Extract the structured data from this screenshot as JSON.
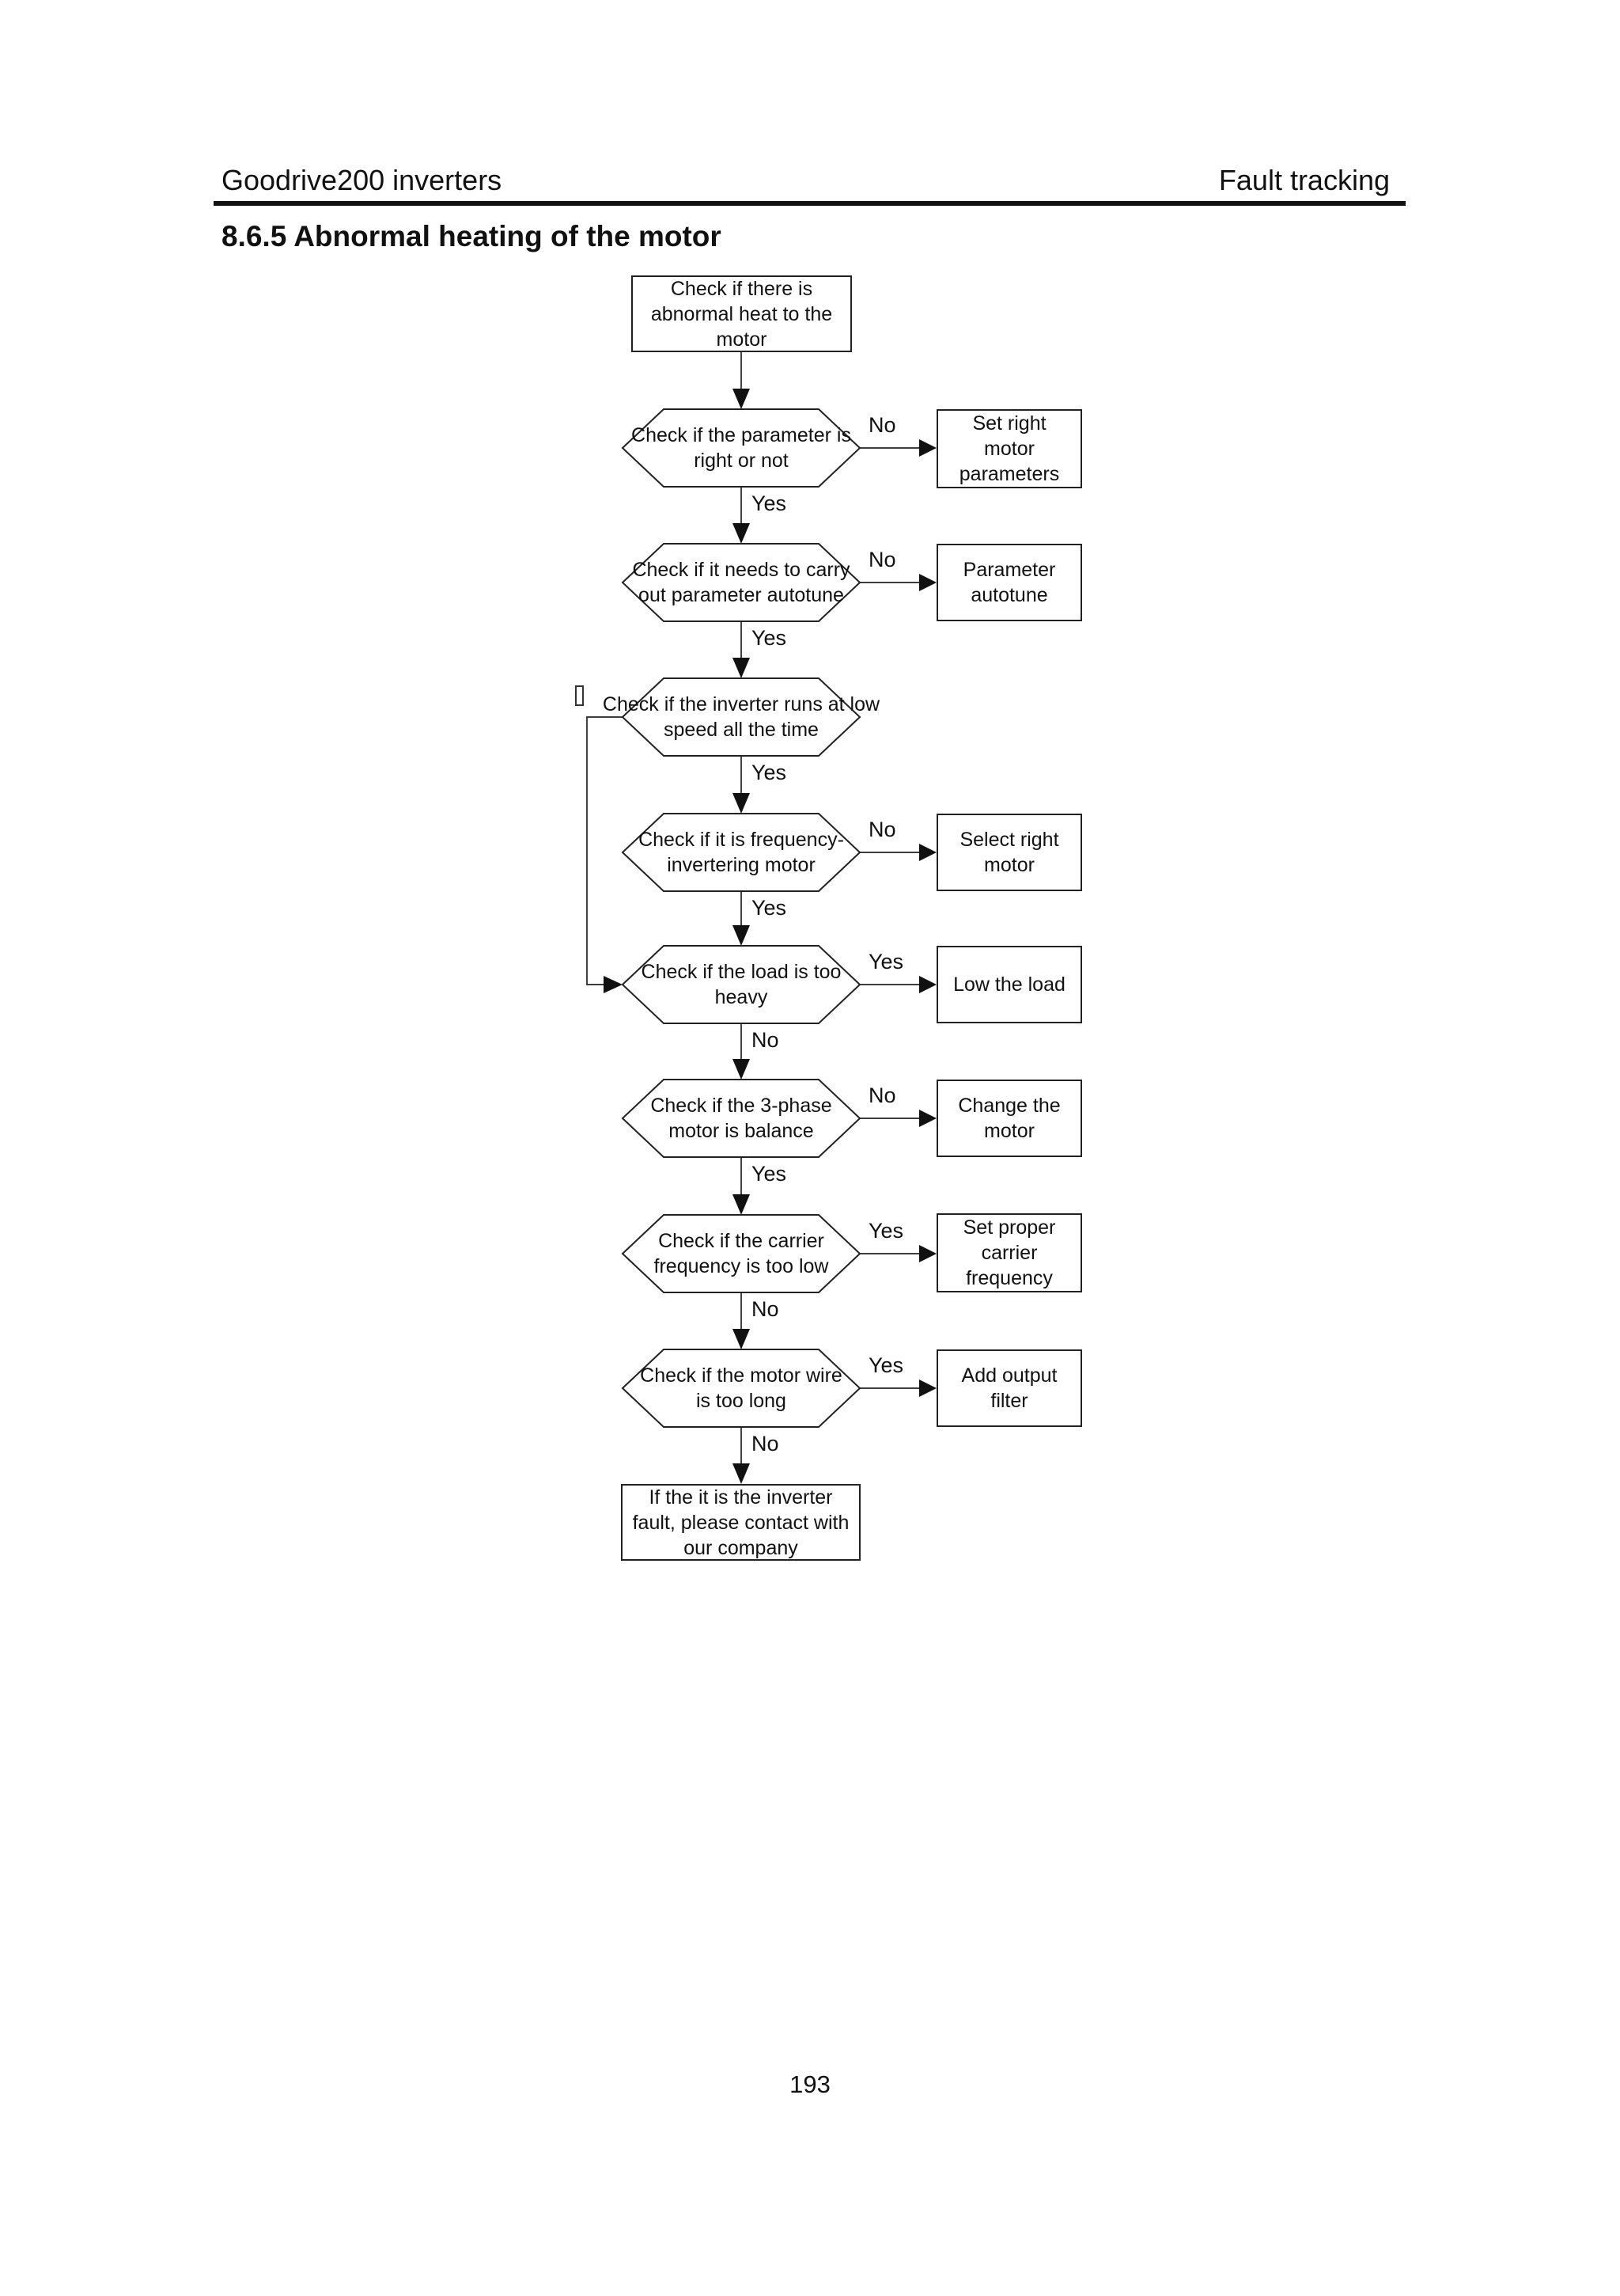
{
  "header": {
    "left": "Goodrive200 inverters",
    "right": "Fault tracking"
  },
  "section_title": "8.6.5 Abnormal heating of the motor",
  "page_number": "193",
  "flow": {
    "start": "Check if there is\nabnormal heat to the\nmotor",
    "end": "If the it is the inverter\nfault, please contact with\nour company",
    "steps": [
      {
        "q": "Check if the parameter is\nright or not",
        "branch": "No",
        "action": "Set right\nmotor\nparameters",
        "down": "Yes"
      },
      {
        "q": "Check if it needs to carry\nout parameter autotune",
        "branch": "No",
        "action": "Parameter\nautotune",
        "down": "Yes"
      },
      {
        "q": "Check if the inverter runs at low\nspeed all the time",
        "branch": "",
        "action": "",
        "down": "Yes"
      },
      {
        "q": "Check if it is frequency-\ninvertering motor",
        "branch": "No",
        "action": "Select right\nmotor",
        "down": "Yes"
      },
      {
        "q": "Check if the load is too\nheavy",
        "branch": "Yes",
        "action": "Low the load",
        "down": "No"
      },
      {
        "q": "Check if the 3-phase\nmotor is balance",
        "branch": "No",
        "action": "Change the\nmotor",
        "down": "Yes"
      },
      {
        "q": "Check if the carrier\nfrequency is too low",
        "branch": "Yes",
        "action": "Set proper\ncarrier\nfrequency",
        "down": "No"
      },
      {
        "q": "Check if the motor wire\nis too long",
        "branch": "Yes",
        "action": "Add output\nfilter",
        "down": "No"
      }
    ]
  }
}
